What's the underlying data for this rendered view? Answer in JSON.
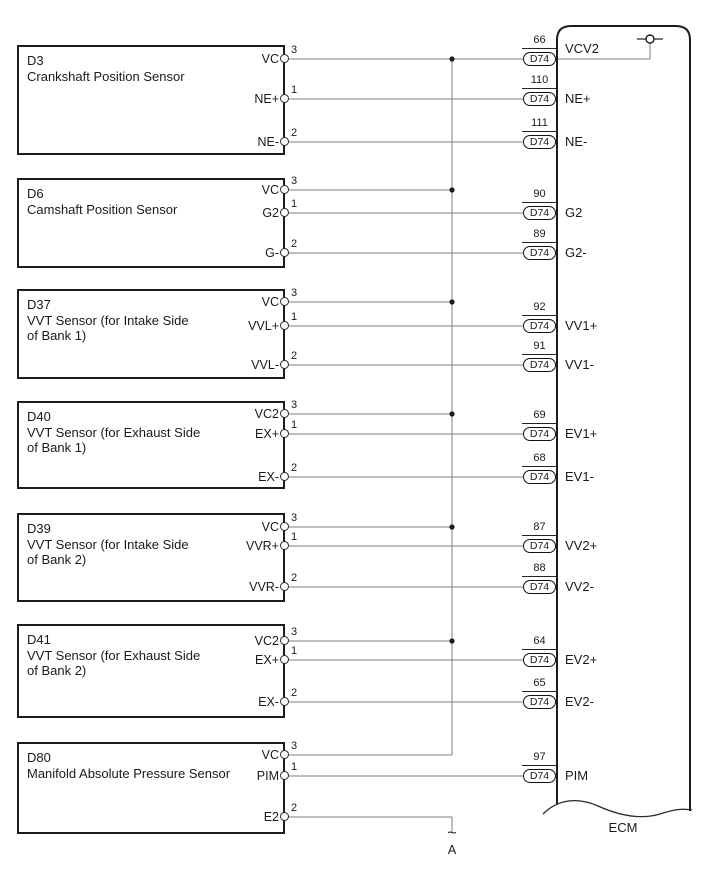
{
  "diagram": {
    "ecm_label": "ECM",
    "connector_id": "D74",
    "break_marker": {
      "symbol": "~",
      "label": "A"
    },
    "colors": {
      "wire": "#7d7d7d",
      "outline": "#1c1c1c",
      "background": "#ffffff"
    }
  },
  "sensors": [
    {
      "id": "D3",
      "name_lines": [
        "Crankshaft Position Sensor"
      ],
      "pins": [
        {
          "terminal": "3",
          "label": "VC"
        },
        {
          "terminal": "1",
          "label": "NE+"
        },
        {
          "terminal": "2",
          "label": "NE-"
        }
      ]
    },
    {
      "id": "D6",
      "name_lines": [
        "Camshaft Position Sensor"
      ],
      "pins": [
        {
          "terminal": "3",
          "label": "VC"
        },
        {
          "terminal": "1",
          "label": "G2"
        },
        {
          "terminal": "2",
          "label": "G-"
        }
      ]
    },
    {
      "id": "D37",
      "name_lines": [
        "VVT Sensor (for Intake Side",
        "of Bank 1)"
      ],
      "pins": [
        {
          "terminal": "3",
          "label": "VC"
        },
        {
          "terminal": "1",
          "label": "VVL+"
        },
        {
          "terminal": "2",
          "label": "VVL-"
        }
      ]
    },
    {
      "id": "D40",
      "name_lines": [
        "VVT Sensor (for Exhaust Side",
        "of Bank 1)"
      ],
      "pins": [
        {
          "terminal": "3",
          "label": "VC2"
        },
        {
          "terminal": "1",
          "label": "EX+"
        },
        {
          "terminal": "2",
          "label": "EX-"
        }
      ]
    },
    {
      "id": "D39",
      "name_lines": [
        "VVT Sensor (for Intake Side",
        "of Bank 2)"
      ],
      "pins": [
        {
          "terminal": "3",
          "label": "VC"
        },
        {
          "terminal": "1",
          "label": "VVR+"
        },
        {
          "terminal": "2",
          "label": "VVR-"
        }
      ]
    },
    {
      "id": "D41",
      "name_lines": [
        "VVT Sensor (for Exhaust Side",
        "of Bank 2)"
      ],
      "pins": [
        {
          "terminal": "3",
          "label": "VC2"
        },
        {
          "terminal": "1",
          "label": "EX+"
        },
        {
          "terminal": "2",
          "label": "EX-"
        }
      ]
    },
    {
      "id": "D80",
      "name_lines": [
        "Manifold Absolute Pressure Sensor"
      ],
      "pins": [
        {
          "terminal": "3",
          "label": "VC"
        },
        {
          "terminal": "1",
          "label": "PIM"
        },
        {
          "terminal": "2",
          "label": "E2"
        }
      ]
    }
  ],
  "ecm_pins": [
    {
      "terminal": "66",
      "label": "VCV2"
    },
    {
      "terminal": "110",
      "label": "NE+"
    },
    {
      "terminal": "111",
      "label": "NE-"
    },
    {
      "terminal": "90",
      "label": "G2"
    },
    {
      "terminal": "89",
      "label": "G2-"
    },
    {
      "terminal": "92",
      "label": "VV1+"
    },
    {
      "terminal": "91",
      "label": "VV1-"
    },
    {
      "terminal": "69",
      "label": "EV1+"
    },
    {
      "terminal": "68",
      "label": "EV1-"
    },
    {
      "terminal": "87",
      "label": "VV2+"
    },
    {
      "terminal": "88",
      "label": "VV2-"
    },
    {
      "terminal": "64",
      "label": "EV2+"
    },
    {
      "terminal": "65",
      "label": "EV2-"
    },
    {
      "terminal": "97",
      "label": "PIM"
    }
  ]
}
